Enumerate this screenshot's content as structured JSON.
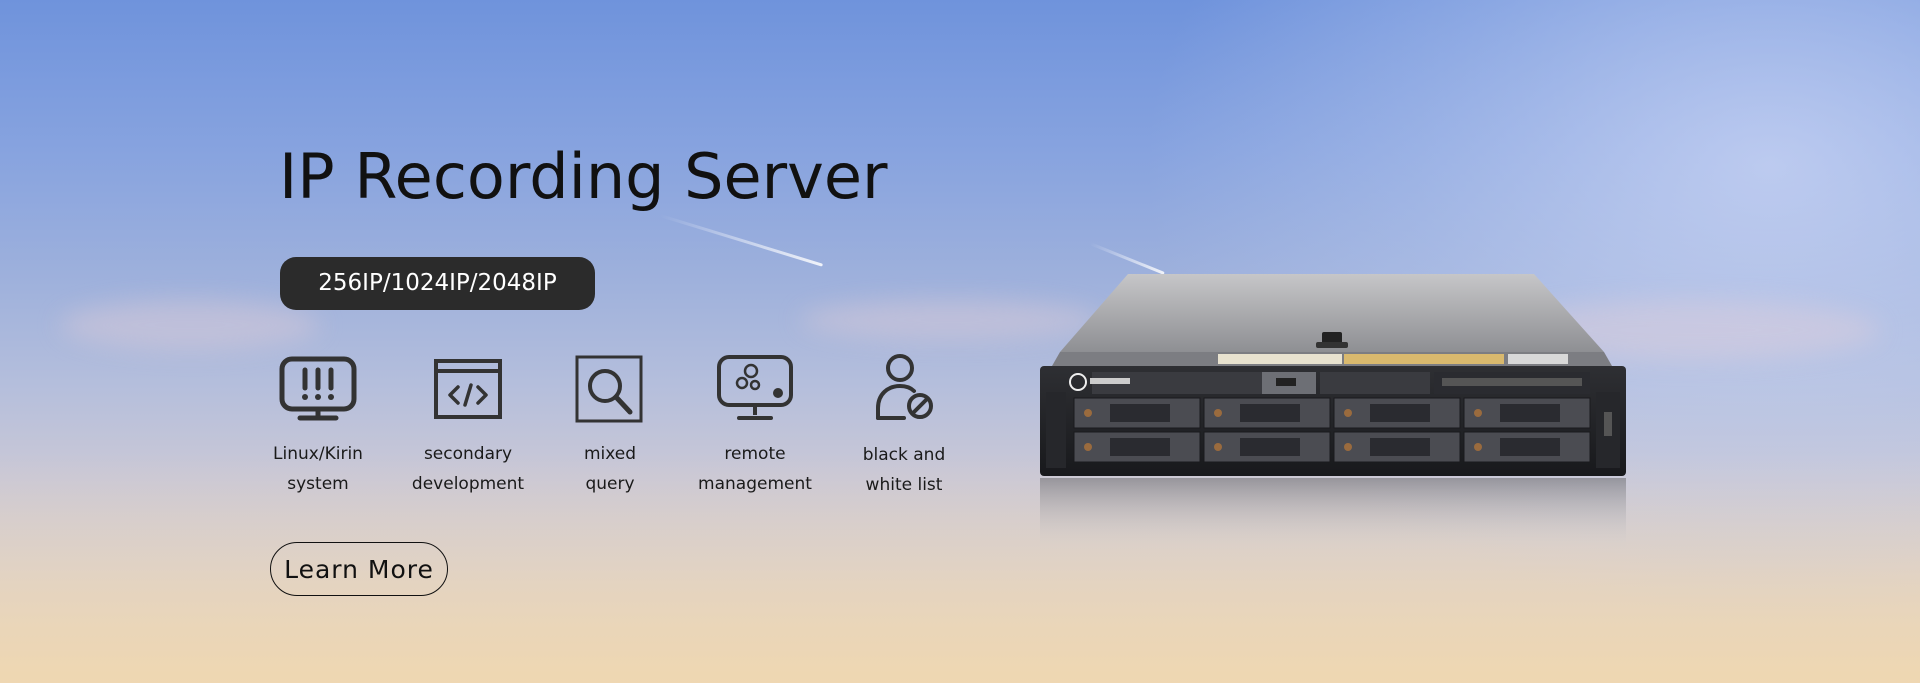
{
  "banner": {
    "title": "IP Recording Server",
    "badge": "256IP/1024IP/2048IP",
    "features": [
      {
        "icon": "warning-monitor-icon",
        "label": "Linux/Kirin\nsystem"
      },
      {
        "icon": "code-window-icon",
        "label": "secondary\ndevelopment"
      },
      {
        "icon": "magnifier-icon",
        "label": "mixed\nquery"
      },
      {
        "icon": "remote-monitor-icon",
        "label": "remote\nmanagement"
      },
      {
        "icon": "user-block-icon",
        "label": "black and\nwhite list"
      }
    ],
    "cta": "Learn More",
    "product_image": "rack-server-image"
  }
}
